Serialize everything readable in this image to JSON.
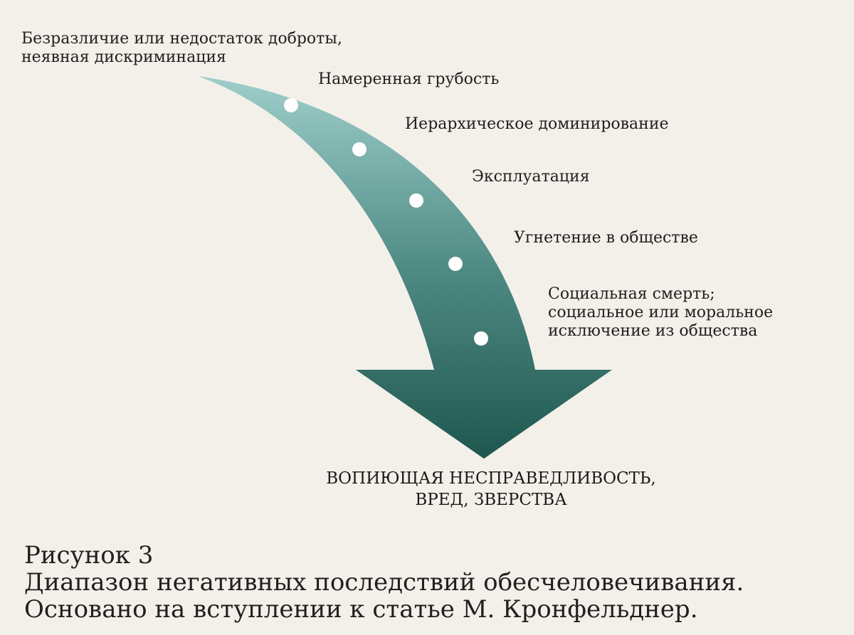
{
  "labels": [
    "Безразличие или недостаток доброты,\nнеявная дискриминация",
    "Намеренная грубость",
    "Иерархическое доминирование",
    "Эксплуатация",
    "Угнетение в обществе",
    "Социальная смерть;\nсоциальное или моральное\nисключение из общества"
  ],
  "outcome": "ВОПИЮЩАЯ НЕСПРАВЕДЛИВОСТЬ,\nВРЕД, ЗВЕРСТВА",
  "caption": {
    "figure": "Рисунок 3",
    "line1": "Диапазон негативных последствий обесчеловечивания.",
    "line2": "Основано на вступлении к статье М. Кронфельднер."
  },
  "colors": {
    "background": "#f3f0ea",
    "arrow_top": "#9fcecb",
    "arrow_mid": "#4f8b84",
    "arrow_bottom": "#1f574f",
    "dot": "#ffffff"
  }
}
